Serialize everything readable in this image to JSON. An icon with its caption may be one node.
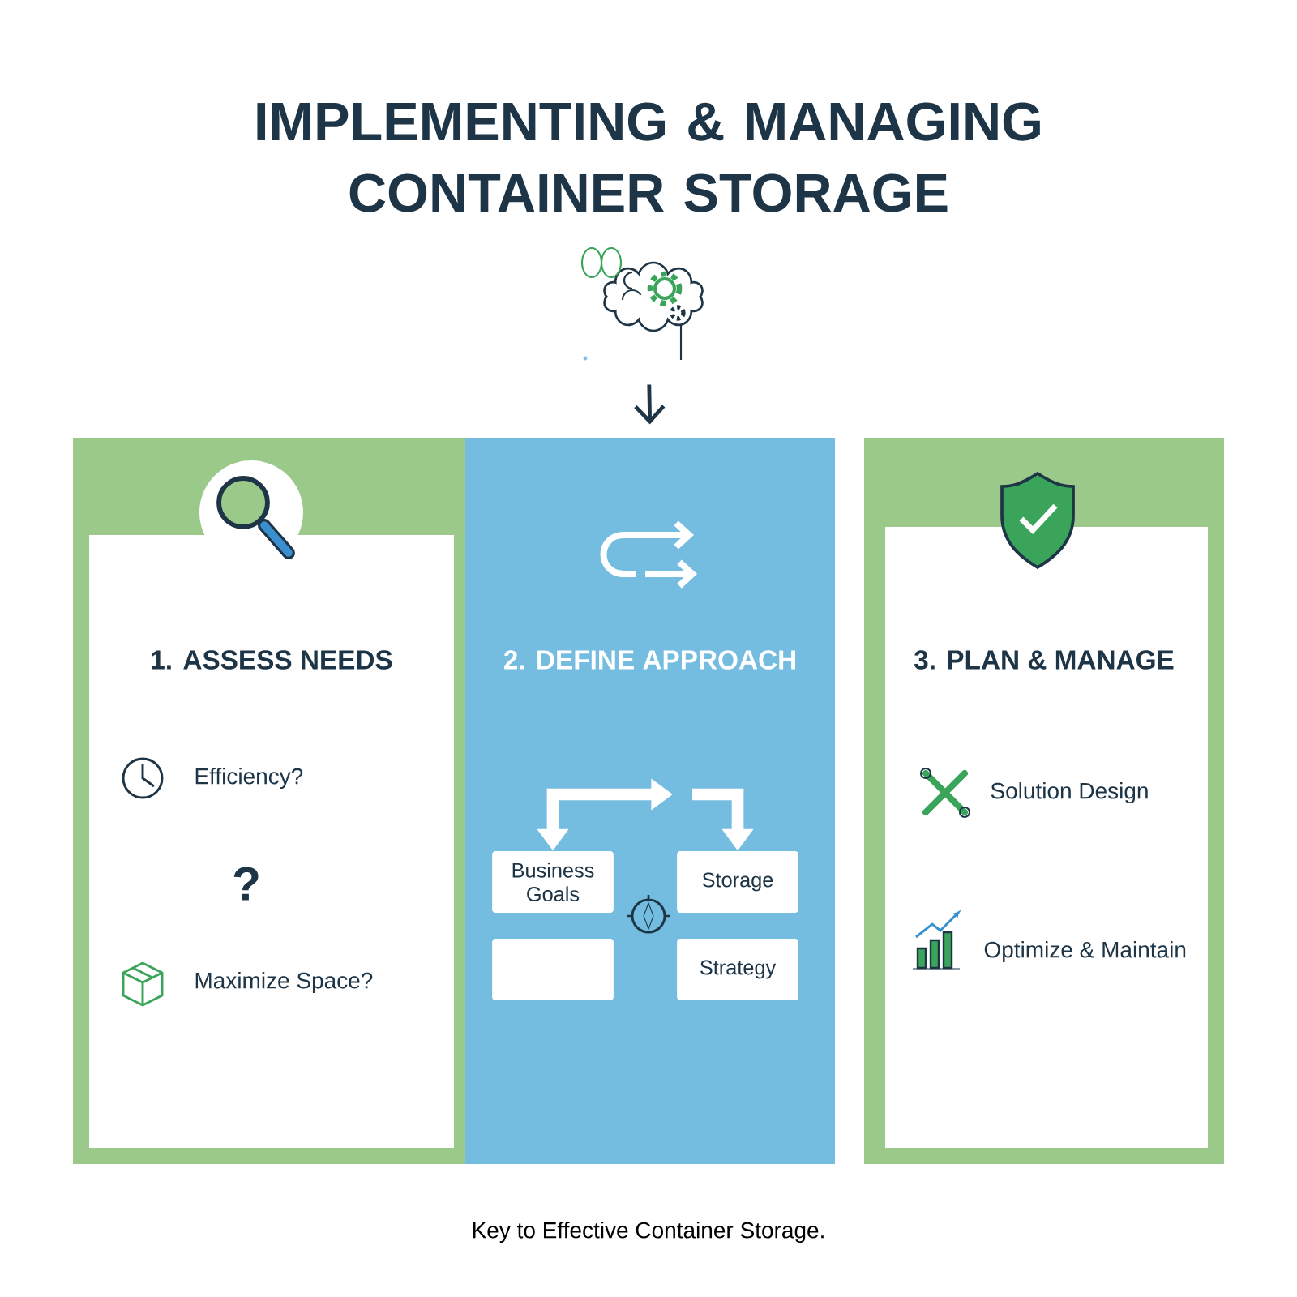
{
  "diagram": {
    "title": "IMPLEMENTING & MANAGING CONTAINER STORAGE",
    "caption": "Key to Effective Container Storage.",
    "nodes": [
      {
        "text": [],
        "shape": "picture"
      },
      {
        "text": [
          "1. ASSESS NEEDS"
        ]
      },
      {
        "text": [
          "2. DEFINE APPROACH"
        ]
      },
      {
        "text": [
          "Business Goals"
        ],
        "in": 2
      },
      {
        "text": [
          "Storage"
        ],
        "in": 2
      },
      {
        "text": [],
        "shape": "box",
        "in": 2
      },
      {
        "text": [
          "Strategy"
        ],
        "in": 2
      },
      {
        "text": [
          "3. PLAN & MANAGE"
        ]
      }
    ],
    "edges": [
      {
        "from": 0,
        "to": 2,
        "arrow": "to",
        "color": "#1d3546"
      },
      {
        "from": null,
        "to": 3,
        "arrow": "both"
      },
      {
        "from": null,
        "to": 4,
        "arrow": "to"
      }
    ],
    "labels": [
      "Efficiency?",
      "?",
      "Maximize Space?",
      "Solution Design",
      "Optimize & Maintain"
    ]
  }
}
